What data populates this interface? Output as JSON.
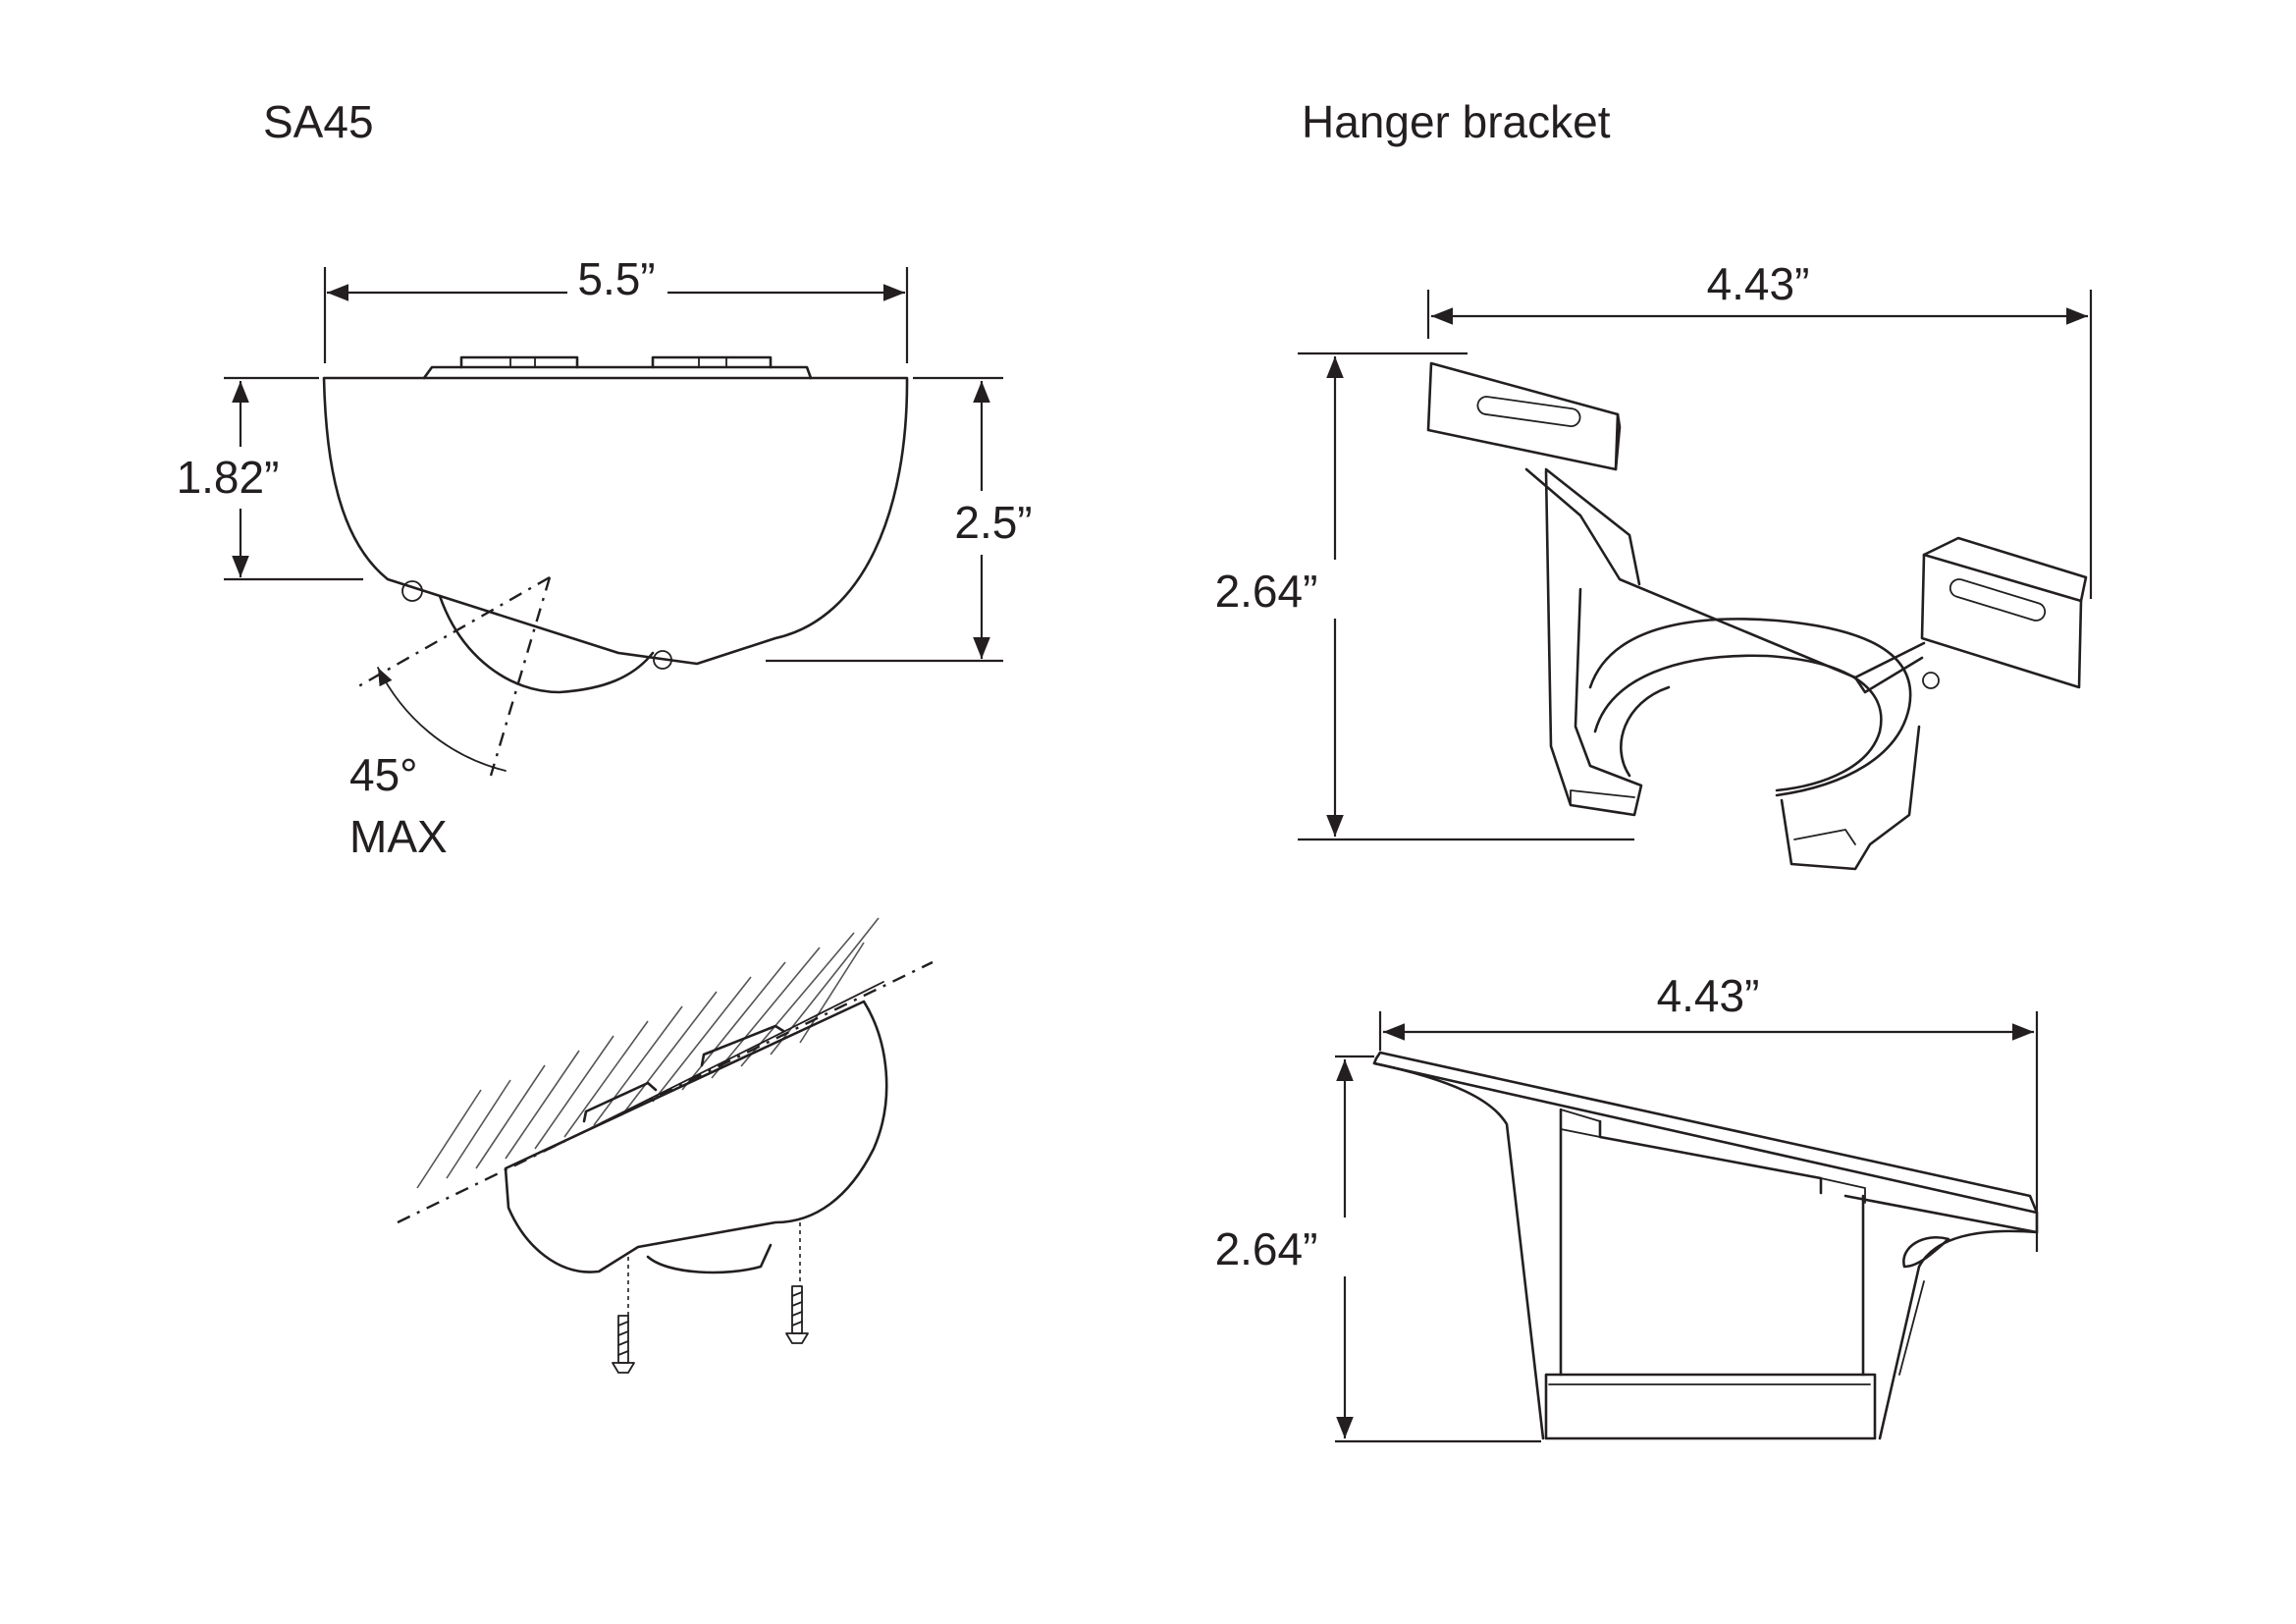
{
  "sa45": {
    "title": "SA45",
    "width_label": "5.5”",
    "height_left_label": "1.82”",
    "height_right_label": "2.5”",
    "angle_label": "45°",
    "angle_sub_label": "MAX"
  },
  "hanger": {
    "title": "Hanger bracket",
    "top_width_label": "4.43”",
    "top_height_label": "2.64”",
    "side_width_label": "4.43”",
    "side_height_label": "2.64”"
  }
}
